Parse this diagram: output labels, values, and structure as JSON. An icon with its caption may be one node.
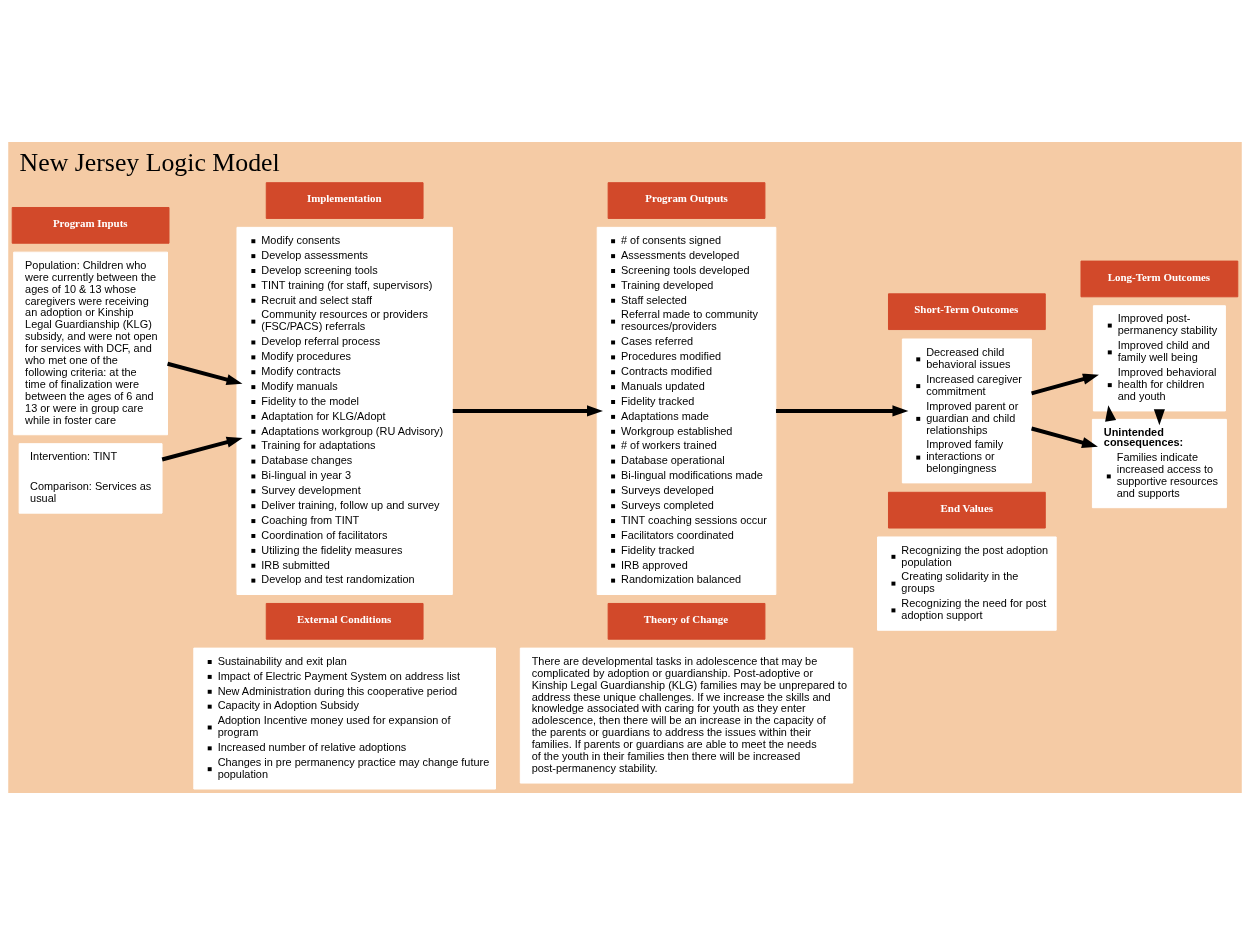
{
  "diagram": {
    "title": "New Jersey Logic Model",
    "nodes": [
      {
        "text": [
          "Program Inputs"
        ]
      },
      {
        "text": [
          "Population: Children who were currently between the ages of 10 & 13 whose caregivers were receiving an adoption or Kinship Legal Guardianship (KLG) subsidy, and were not open for services with DCF, and who met one of the following criteria: at the time of finalization were between the ages of 6 and 13 or were in group care while in foster care"
        ]
      },
      {
        "text": [
          "Intervention: TINT",
          "Comparison: Services as usual"
        ]
      },
      {
        "text": [
          "Implementation"
        ]
      },
      {
        "text": [
          "Modify consents",
          "Develop assessments",
          "Develop screening tools",
          "TINT training (for staff, supervisors)",
          "Recruit and select staff",
          "Community resources or providers (FSC/PACS) referrals",
          "Develop referral process",
          "Modify procedures",
          "Modify contracts",
          "Modify manuals",
          "Fidelity to the model",
          "Adaptation for KLG/Adopt",
          "Adaptations workgroup (RU Advisory)",
          "Training for adaptations",
          "Database changes",
          "Bi-lingual in year 3",
          "Survey development",
          "Deliver training, follow up and survey",
          "Coaching from TINT",
          "Coordination of facilitators",
          "Utilizing the fidelity measures",
          "IRB submitted",
          "Develop and test randomization"
        ]
      },
      {
        "text": [
          "Program Outputs"
        ]
      },
      {
        "text": [
          "# of consents signed",
          "Assessments developed",
          "Screening tools developed",
          "Training developed",
          "Staff selected",
          "Referral made to community resources/providers",
          "Cases referred",
          "Procedures modified",
          "Contracts modified",
          "Manuals updated",
          "Fidelity tracked",
          "Adaptations made",
          "Workgroup established",
          "# of workers trained",
          "Database operational",
          "Bi-lingual modifications made",
          "Surveys developed",
          "Surveys completed",
          "TINT coaching sessions occur",
          "Facilitators coordinated",
          "Fidelity tracked",
          "IRB approved",
          "Randomization balanced"
        ]
      },
      {
        "text": [
          "Short-Term Outcomes"
        ]
      },
      {
        "text": [
          "Decreased child behavioral issues",
          "Increased caregiver commitment",
          "Improved parent or guardian and child relationships",
          "Improved family interactions or belongingness"
        ]
      },
      {
        "text": [
          "Long-Term Outcomes"
        ]
      },
      {
        "text": [
          "Improved post-permanency stability",
          "Improved child and family well being",
          "Improved behavioral health for children and youth"
        ]
      },
      {
        "text": [
          "Unintended consequences:",
          "Families indicate increased access to supportive resources and supports"
        ]
      },
      {
        "text": [
          "External Conditions"
        ]
      },
      {
        "text": [
          "Sustainability and exit plan",
          "Impact of Electric Payment System on address list",
          "New Administration during this cooperative period",
          "Capacity in Adoption Subsidy",
          "Adoption Incentive money used for expansion of program",
          "Increased number of relative adoptions",
          "Changes in pre permanency practice may change future population"
        ]
      },
      {
        "text": [
          "Theory of Change"
        ]
      },
      {
        "text": [
          "There are developmental tasks in adolescence that may be complicated by adoption or guardianship. Post-adoptive or Kinship Legal Guardianship (KLG) families may be unprepared to address these unique challenges. If we increase the skills and knowledge associated with caring for youth as they enter adolescence, then there will be an increase in the capacity of the parents or guardians to address the issues within their families. If parents or guardians are able to meet the needs of the youth in their families then there will be increased post-permanency stability."
        ]
      },
      {
        "text": [
          "End Values"
        ]
      },
      {
        "text": [
          "Recognizing the post adoption population",
          "Creating solidarity in the groups",
          "Recognizing the need for post adoption support"
        ]
      }
    ],
    "edges": [
      {
        "from": 1,
        "to": 4,
        "arrow": "to"
      },
      {
        "from": 2,
        "to": 4,
        "arrow": "to"
      },
      {
        "from": 4,
        "to": 6,
        "arrow": "to"
      },
      {
        "from": 6,
        "to": 8,
        "arrow": "to"
      },
      {
        "from": 8,
        "to": 10,
        "arrow": "to"
      },
      {
        "from": 8,
        "to": 11,
        "arrow": "to"
      },
      {
        "from": 10,
        "to": 11,
        "arrow": "to"
      },
      {
        "from": 11,
        "to": 10,
        "arrow": "to"
      }
    ]
  }
}
